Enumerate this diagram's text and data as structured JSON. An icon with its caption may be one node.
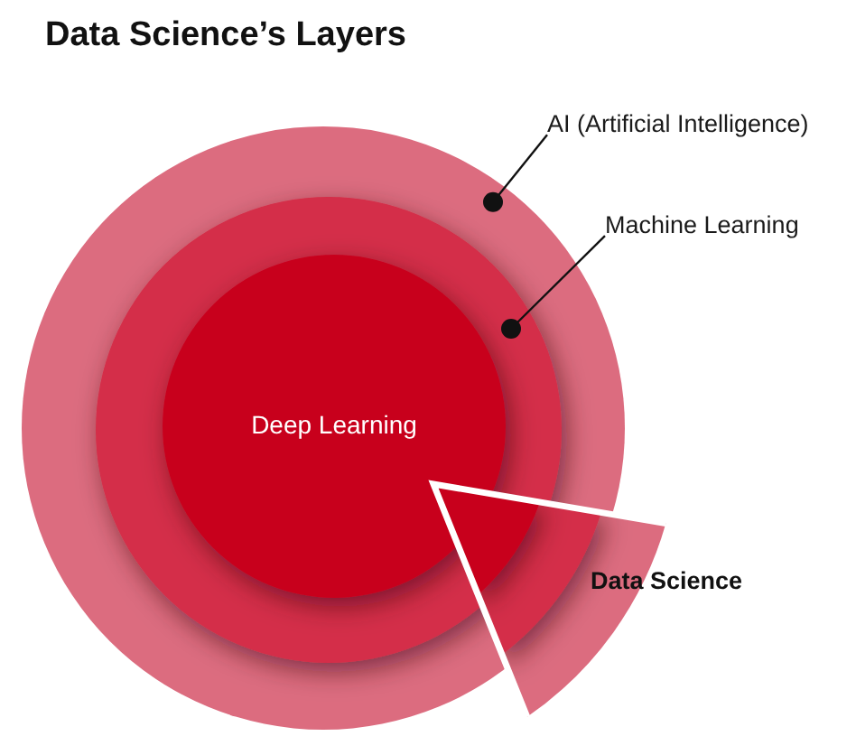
{
  "diagram": {
    "title": "Data Science’s Layers",
    "nodes": [
      {
        "text": [
          "AI (Artificial Intelligence)"
        ]
      },
      {
        "text": [],
        "shape": "circle"
      },
      {
        "text": [],
        "shape": "circle",
        "in": 1
      },
      {
        "text": [
          "Deep Learning"
        ],
        "in": 2
      },
      {
        "text": [
          "Machine Learning"
        ]
      },
      {
        "text": [
          "Data Science"
        ]
      }
    ],
    "edges": [
      {
        "from": 0,
        "to": 1,
        "arrow": "other"
      },
      {
        "from": 4,
        "to": 2,
        "arrow": "other"
      }
    ]
  }
}
